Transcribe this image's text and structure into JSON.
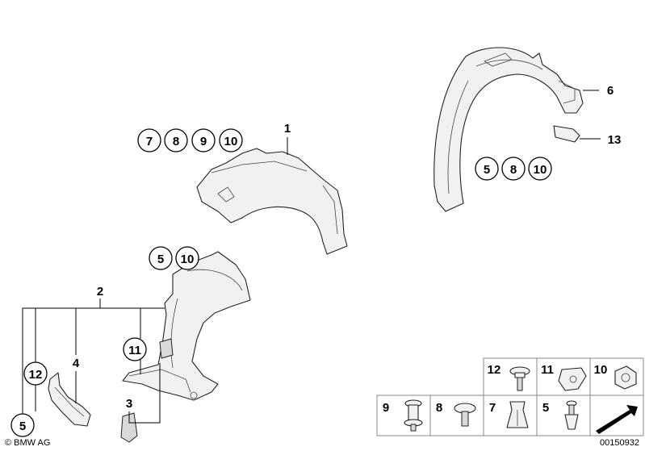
{
  "callouts": {
    "p1": "1",
    "p2": "2",
    "p3": "3",
    "p4": "4",
    "p6": "6",
    "p13": "13",
    "rear_refs": [
      "7",
      "8",
      "9",
      "10"
    ],
    "right_refs": [
      "5",
      "8",
      "10"
    ],
    "front_refs": [
      "5",
      "10"
    ],
    "p11": "11",
    "p12": "12",
    "p5": "5"
  },
  "fastener_table": {
    "top_row": [
      "12",
      "11",
      "10"
    ],
    "bottom_row": [
      "9",
      "8",
      "7",
      "5"
    ]
  },
  "footer": {
    "copyright": "© BMW AG",
    "diagram_number": "00150932"
  }
}
